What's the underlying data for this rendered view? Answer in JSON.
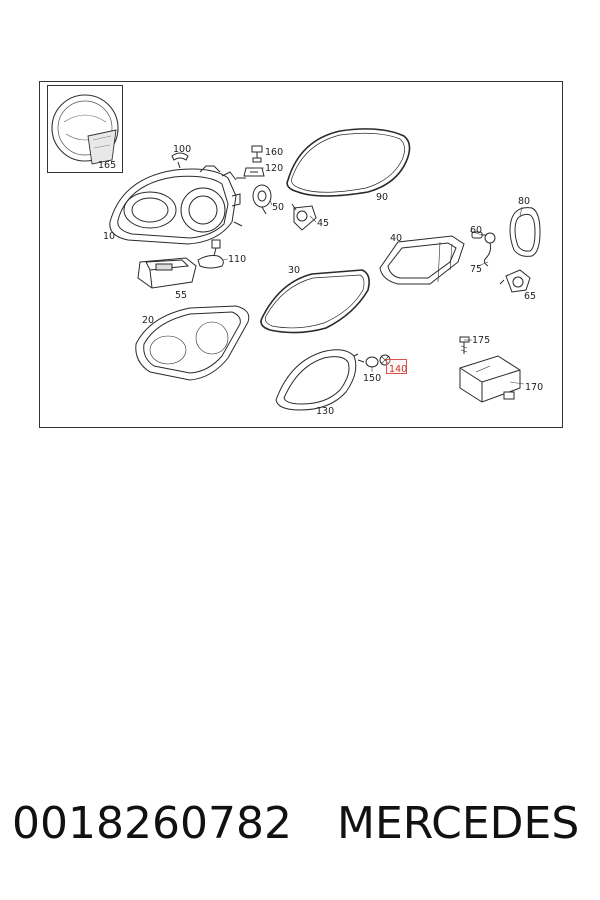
{
  "colors": {
    "line": "#2a2a2a",
    "highlight": "#d9534f",
    "background": "#ffffff"
  },
  "diagram": {
    "callouts": {
      "c165": "165",
      "c100": "100",
      "c160": "160",
      "c120": "120",
      "c90": "90",
      "c80": "80",
      "c10": "10",
      "c50": "50",
      "c45": "45",
      "c40": "40",
      "c60": "60",
      "c75": "75",
      "c65": "65",
      "c110": "110",
      "c30": "30",
      "c55": "55",
      "c20": "20",
      "c175": "175",
      "c150": "150",
      "c140": "140",
      "c170": "170",
      "c130": "130"
    },
    "highlighted_callout": "140"
  },
  "caption": {
    "part_number": "0018260782",
    "brand": "MERCEDES"
  }
}
